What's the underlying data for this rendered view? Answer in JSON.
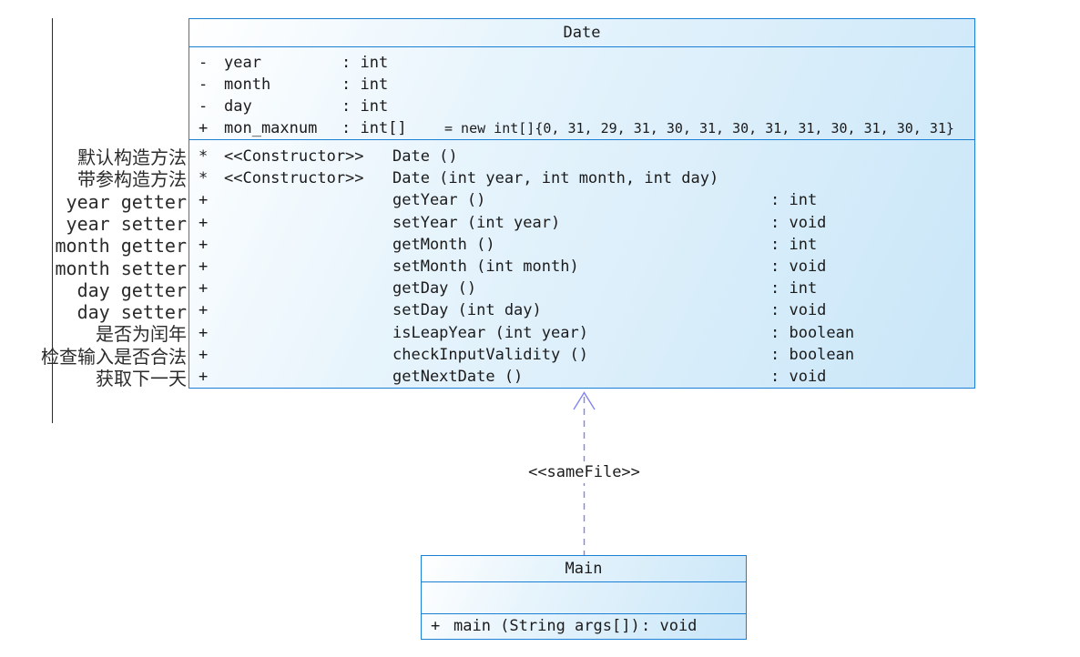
{
  "diagram": {
    "date_class": {
      "title": "Date",
      "fields": [
        {
          "vis": "-",
          "name": "year",
          "type": ": int",
          "default": ""
        },
        {
          "vis": "-",
          "name": "month",
          "type": ": int",
          "default": ""
        },
        {
          "vis": "-",
          "name": "day",
          "type": ": int",
          "default": ""
        },
        {
          "vis": "+",
          "name": "mon_maxnum",
          "type": ": int[]",
          "default": "= new int[]{0, 31, 29, 31, 30, 31, 30, 31, 31, 30, 31, 30, 31}"
        }
      ],
      "methods": [
        {
          "vis": "*",
          "stereotype": "<<Constructor>>",
          "signature": "Date ()",
          "returns": ""
        },
        {
          "vis": "*",
          "stereotype": "<<Constructor>>",
          "signature": "Date (int year, int month, int day)",
          "returns": ""
        },
        {
          "vis": "+",
          "stereotype": "",
          "signature": "getYear ()",
          "returns": ": int"
        },
        {
          "vis": "+",
          "stereotype": "",
          "signature": "setYear (int year)",
          "returns": ": void"
        },
        {
          "vis": "+",
          "stereotype": "",
          "signature": "getMonth ()",
          "returns": ": int"
        },
        {
          "vis": "+",
          "stereotype": "",
          "signature": "setMonth (int month)",
          "returns": ": void"
        },
        {
          "vis": "+",
          "stereotype": "",
          "signature": "getDay ()",
          "returns": ": int"
        },
        {
          "vis": "+",
          "stereotype": "",
          "signature": "setDay (int day)",
          "returns": ": void"
        },
        {
          "vis": "+",
          "stereotype": "",
          "signature": "isLeapYear (int year)",
          "returns": ": boolean"
        },
        {
          "vis": "+",
          "stereotype": "",
          "signature": "checkInputValidity ()",
          "returns": ": boolean"
        },
        {
          "vis": "+",
          "stereotype": "",
          "signature": "getNextDate ()",
          "returns": ": void"
        }
      ]
    },
    "main_class": {
      "title": "Main",
      "methods": [
        {
          "vis": "+",
          "signature": "main (String args[])",
          "returns": ": void"
        }
      ]
    },
    "relationship": {
      "stereotype_label": "<<sameFile>>"
    },
    "annotations": [
      {
        "text": "默认构造方法"
      },
      {
        "text": "带参构造方法"
      },
      {
        "text": "year getter"
      },
      {
        "text": "year setter"
      },
      {
        "text": "month getter"
      },
      {
        "text": "month setter"
      },
      {
        "text": "day getter"
      },
      {
        "text": "day setter"
      },
      {
        "text": "是否为闰年"
      },
      {
        "text": "检查输入是否合法"
      },
      {
        "text": "获取下一天"
      }
    ],
    "colors": {
      "box_border": "#1a80d6",
      "box_fill_light": "#ffffff",
      "box_fill_dark": "#c9e6f8",
      "arrow": "#8285ec",
      "text": "#1b1b1b",
      "annotation_rule": "#2a2a2a"
    }
  }
}
